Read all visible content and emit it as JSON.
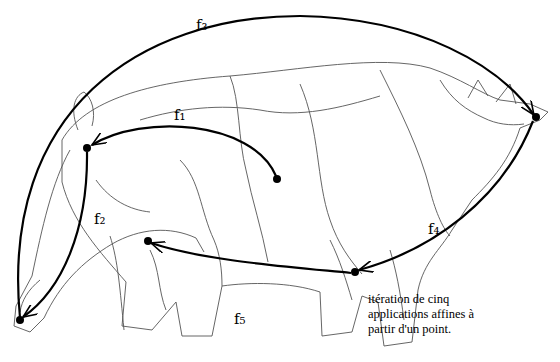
{
  "diagram": {
    "caption": "itération de cinq applications affines à partir d'un point.",
    "labels": [
      "f₃",
      "f₁",
      "f₂",
      "f₄",
      "f₅"
    ]
  }
}
